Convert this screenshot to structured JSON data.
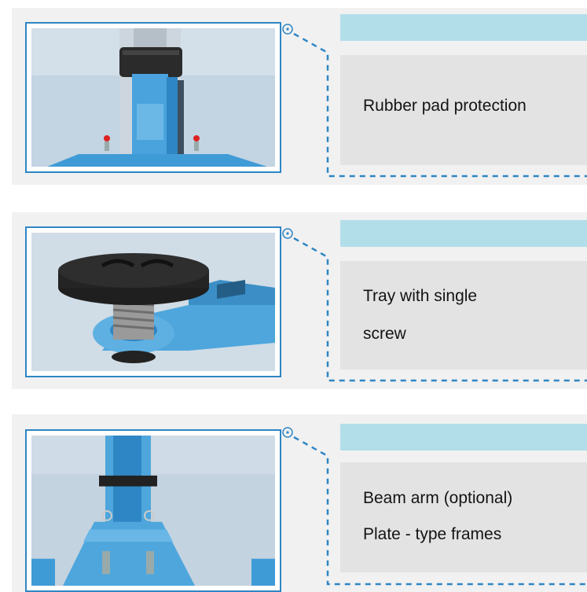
{
  "features": [
    {
      "lines": [
        "Rubber pad protection"
      ],
      "photo_icon": "column-with-rubber-pad-photo"
    },
    {
      "lines": [
        "Tray with single",
        "screw"
      ],
      "photo_icon": "threaded-tray-on-arm-photo"
    },
    {
      "lines": [
        "Beam arm (optional)",
        "Plate - type frames"
      ],
      "photo_icon": "beam-arm-plate-frame-photo"
    }
  ],
  "colors": {
    "frame_blue": "#2f86c4",
    "header_bar": "#b2deea",
    "text_box": "#e3e3e3",
    "card_bg": "#f1f1f1",
    "lift_blue": "#4ea6dc"
  }
}
